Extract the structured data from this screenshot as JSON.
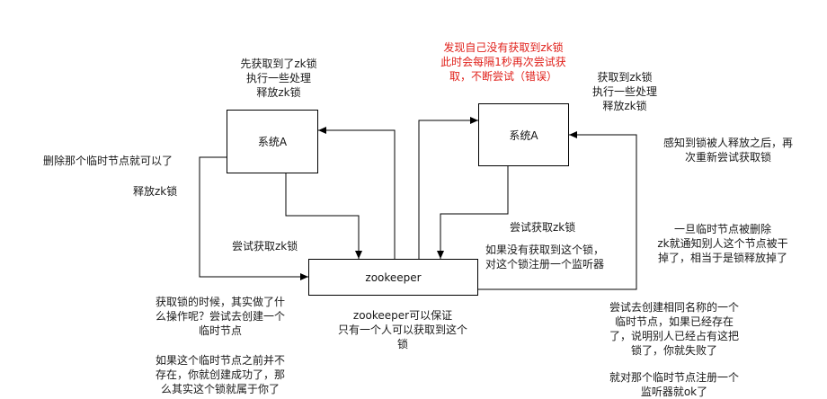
{
  "boxes": {
    "left_system": "系统A",
    "right_system": "系统A",
    "zookeeper": "zookeeper"
  },
  "labels": {
    "top_left": [
      "先获取到了zk锁",
      "执行一些处理",
      "释放zk锁"
    ],
    "top_red": [
      "发现自己没有获取到zk锁",
      "此时会每隔1秒再次尝试获",
      "取，不断尝试（错误）"
    ],
    "top_right": [
      "获取到zk锁",
      "执行一些处理",
      "释放zk锁"
    ],
    "delete_node": "删除那个临时节点就可以了",
    "release_lock": "释放zk锁",
    "try_lock_left": "尝试获取zk锁",
    "get_lock_explain": [
      "获取锁的时候，其实做了什",
      "么操作呢？尝试去创建一个",
      "临时节点"
    ],
    "no_exist_explain": [
      "如果这个临时节点之前并不",
      "存在，你就创建成功了，那",
      "么其实这个锁就属于你了"
    ],
    "zk_guarantee": [
      "zookeeper可以保证",
      "只有一个人可以获取到这个",
      "锁"
    ],
    "try_lock_right": "尝试获取zk锁",
    "listener_register": [
      "如果没有获取到这个锁，",
      "对这个锁注册一个监听器"
    ],
    "sense_release": [
      "感知到锁被人释放之后，再",
      "次重新尝试获取锁"
    ],
    "node_deleted": [
      "一旦临时节点被删除",
      "zk就通知别人这个节点被干",
      "掉了，相当于是锁释放掉了"
    ],
    "same_name_explain": [
      "尝试去创建相同名称的一个",
      "临时节点，如果已经存在",
      "了，说明别人已经占有这把",
      "锁了，你就失败了"
    ],
    "register_watch": [
      "就对那个临时节点注册一个",
      "监听器就ok了"
    ]
  },
  "colors": {
    "annotation_red": "#e0201a",
    "line": "#000000"
  }
}
